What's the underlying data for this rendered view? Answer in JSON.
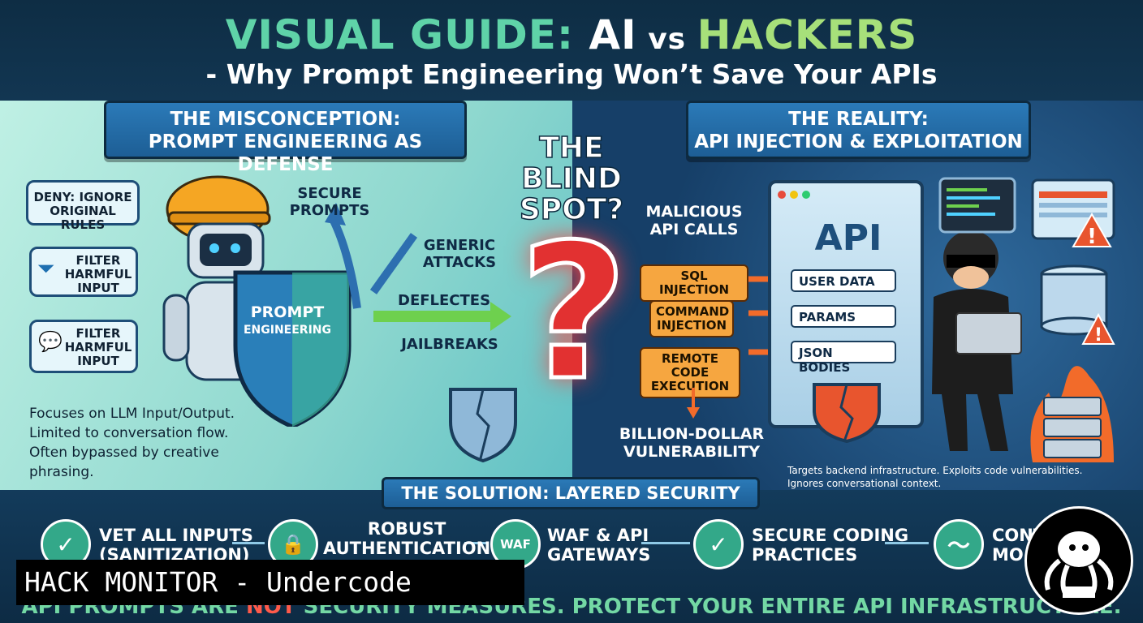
{
  "header": {
    "title_part1": "VISUAL GUIDE: ",
    "title_part2": "AI",
    "title_part3": " vs ",
    "title_part4": "HACKERS",
    "subtitle": "- Why Prompt Engineering Won’t Save Your APIs"
  },
  "left": {
    "banner_line1": "THE MISCONCEPTION:",
    "banner_line2": "PROMPT ENGINEERING AS DEFENSE",
    "bubbles": [
      {
        "line1": "DENY: IGNORE",
        "line2": "ORIGINAL RULES",
        "line3": ""
      },
      {
        "line1": "FILTER",
        "line2": "HARMFUL",
        "line3": "INPUT"
      },
      {
        "line1": "FILTER",
        "line2": "HARMFUL",
        "line3": "INPUT"
      }
    ],
    "secure_prompts_line1": "SECURE",
    "secure_prompts_line2": "PROMPTS",
    "generic_line1": "GENERIC",
    "generic_line2": "ATTACKS",
    "deflected": "DEFLECTES",
    "jailbreaks": "JAILBREAKS",
    "shield_line1": "PROMPT",
    "shield_line2": "ENGINEERING",
    "desc_line1": "Focuses on LLM Input/Output.",
    "desc_line2": "Limited to conversation flow.",
    "desc_line3": "Often bypassed by creative",
    "desc_line4": "phrasing."
  },
  "center": {
    "blind_line1": "THE",
    "blind_line2": "BLIND",
    "blind_line3": "SPOT?",
    "qmark": "?"
  },
  "right": {
    "banner_line1": "THE REALITY:",
    "banner_line2": "API INJECTION & EXPLOITATION",
    "malicious_line1": "MALICIOUS",
    "malicious_line2": "API CALLS",
    "attacks": [
      {
        "line1": "SQL INJECTION",
        "line2": ""
      },
      {
        "line1": "COMMAND",
        "line2": "INJECTION"
      },
      {
        "line1": "REMOTE CODE",
        "line2": "EXECUTION"
      }
    ],
    "api_title": "API",
    "fields": [
      "USER DATA",
      "PARAMS",
      "JSON BODIES"
    ],
    "billion_line1": "BILLION-DOLLAR",
    "billion_line2": "VULNERABILITY",
    "desc_line1": "Targets backend infrastructure. Exploits code vulnerabilities.",
    "desc_line2": "Ignores conversational context."
  },
  "solution": {
    "banner": "THE SOLUTION: LAYERED SECURITY",
    "items": [
      {
        "line1": "VET ALL INPUTS",
        "line2": "(SANITIZATION)",
        "icon": "✓"
      },
      {
        "line1": "ROBUST",
        "line2": "AUTHENTICATION",
        "icon": "🔒"
      },
      {
        "line1": "WAF & API",
        "line2": "GATEWAYS",
        "icon": "WAF"
      },
      {
        "line1": "SECURE CODING",
        "line2": "PRACTICES",
        "icon": "✓"
      },
      {
        "line1": "CONT",
        "line2": "MO",
        "icon": "〜"
      }
    ],
    "bottom_part1": "API PROMPTS ARE ",
    "bottom_part2": "NOT",
    "bottom_part3": " SECURITY MEASURES. PROTECT YOUR ENTIRE API INFRASTRUCTURE."
  },
  "watermark": {
    "text": "HACK MONITOR - Undercode"
  },
  "colors": {
    "accent_green": "#5fd3a8",
    "accent_red": "#e23131",
    "banner_blue": "#2b7ab8",
    "tag_orange": "#f6a640"
  }
}
